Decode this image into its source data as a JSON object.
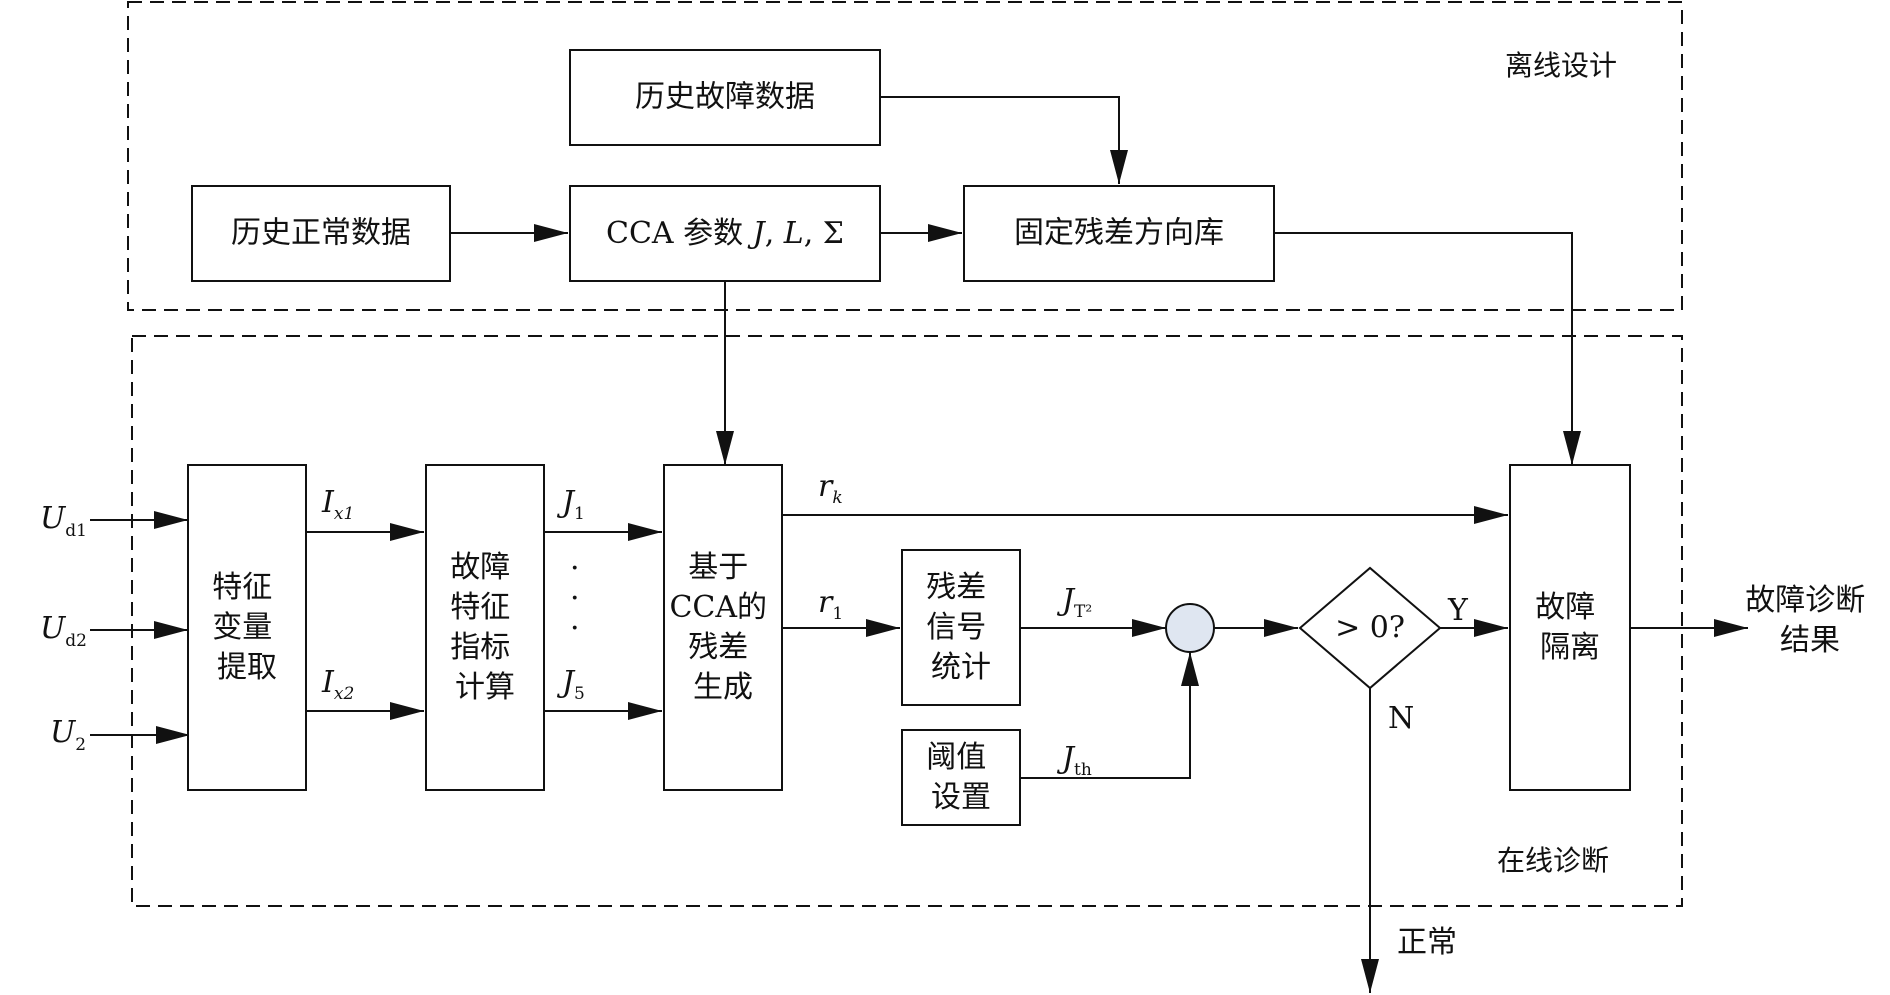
{
  "regions": {
    "offline_label": "离线设计",
    "online_label": "在线诊断"
  },
  "boxes": {
    "hist_fault": "历史故障数据",
    "hist_normal": "历史正常数据",
    "cca_params": {
      "prefix": "CCA 参数 ",
      "j": "J",
      "sep1": ", ",
      "l": "L",
      "sep2": ", ",
      "sigma": "Σ"
    },
    "residual_lib": "固定残差方向库",
    "feature_extract": [
      "特征",
      "变量",
      "提取"
    ],
    "fault_index": [
      "故障",
      "特征",
      "指标",
      "计算"
    ],
    "cca_residual": [
      "基于",
      "CCA的",
      "残差",
      "生成"
    ],
    "residual_stat": [
      "残差",
      "信号",
      "统计"
    ],
    "threshold": [
      "阈值",
      "设置"
    ],
    "decision": "> 0?",
    "isolation": [
      "故障",
      "隔离"
    ]
  },
  "inputs": {
    "ud1": {
      "main": "U",
      "sub": "d1"
    },
    "ud2": {
      "main": "U",
      "sub": "d2"
    },
    "u2": {
      "main": "U",
      "sub": "2"
    }
  },
  "signals": {
    "ix1": {
      "main": "I",
      "sub": "x1"
    },
    "ix2": {
      "main": "I",
      "sub": "x2"
    },
    "j1": {
      "main": "J",
      "sub": "1"
    },
    "j5": {
      "main": "J",
      "sub": "5"
    },
    "ellipsis": "·",
    "rk": {
      "main": "r",
      "sub": "k"
    },
    "r1": {
      "main": "r",
      "sub": "1"
    },
    "jt2": {
      "main": "J",
      "sub": "T²"
    },
    "jth": {
      "main": "J",
      "sub": "th"
    }
  },
  "branches": {
    "yes": "Y",
    "no": "N",
    "normal": "正常"
  },
  "output": [
    "故障诊断",
    "结果"
  ]
}
